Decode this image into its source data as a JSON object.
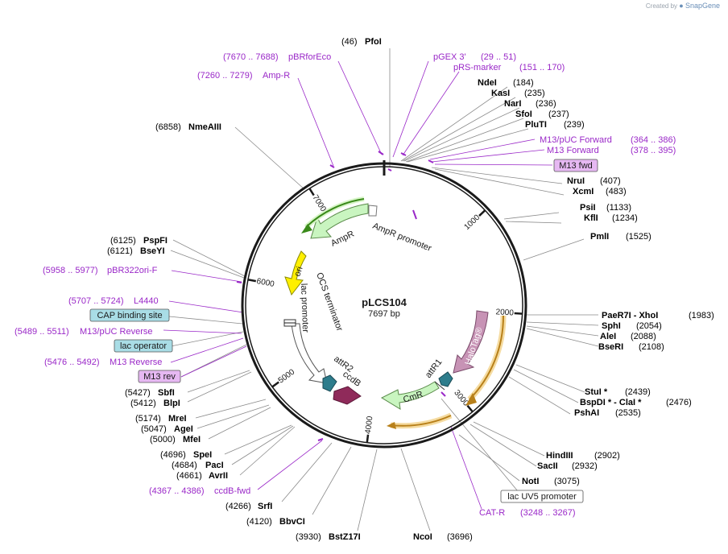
{
  "brand": {
    "created_by": "Created by",
    "app": "SnapGene"
  },
  "plasmid": {
    "name": "pLCS104",
    "length_label": "7697 bp",
    "length": 7697
  },
  "colors": {
    "backbone": "#1a1a1a",
    "enzyme_text": "#000000",
    "primer_text": "#9a28c8",
    "callout_line": "#808080",
    "ampr": "#c9f5c0",
    "ampr_promoter": "#ffffff",
    "ori": "#ffef00",
    "halotag": "#c793b5",
    "cmr": "#c9f5c0",
    "ccdb": "#8f2a5a",
    "att": "#2e7d8c",
    "lac_promoter": "#ffffff",
    "primer_arrow_green": "#3a8a1a",
    "primer_arrow_orange": "#b8801a"
  },
  "ticks": [
    "1000",
    "2000",
    "3000",
    "4000",
    "5000",
    "6000",
    "7000"
  ],
  "enzymes": [
    {
      "pos": "(46)",
      "name": "PfoI"
    },
    {
      "pos": "(184)",
      "name": "NdeI"
    },
    {
      "pos": "(235)",
      "name": "KasI"
    },
    {
      "pos": "(236)",
      "name": "NarI"
    },
    {
      "pos": "(237)",
      "name": "SfoI"
    },
    {
      "pos": "(239)",
      "name": "PluTI"
    },
    {
      "pos": "(407)",
      "name": "NruI"
    },
    {
      "pos": "(483)",
      "name": "XcmI"
    },
    {
      "pos": "(1133)",
      "name": "PsiI"
    },
    {
      "pos": "(1234)",
      "name": "KflI"
    },
    {
      "pos": "(1525)",
      "name": "PmlI"
    },
    {
      "pos": "(1983)",
      "name": "PaeR7I - XhoI"
    },
    {
      "pos": "(2054)",
      "name": "SphI"
    },
    {
      "pos": "(2088)",
      "name": "AleI"
    },
    {
      "pos": "(2108)",
      "name": "BseRI"
    },
    {
      "pos": "(2439)",
      "name": "StuI *"
    },
    {
      "pos": "(2476)",
      "name": "BspDI * - ClaI *"
    },
    {
      "pos": "(2535)",
      "name": "PshAI"
    },
    {
      "pos": "(2902)",
      "name": "HindIII"
    },
    {
      "pos": "(2932)",
      "name": "SacII"
    },
    {
      "pos": "(3075)",
      "name": "NotI"
    },
    {
      "pos": "(3696)",
      "name": "NcoI"
    },
    {
      "pos": "(3930)",
      "name": "BstZ17I"
    },
    {
      "pos": "(4120)",
      "name": "BbvCI"
    },
    {
      "pos": "(4266)",
      "name": "SrfI"
    },
    {
      "pos": "(4661)",
      "name": "AvrII"
    },
    {
      "pos": "(4684)",
      "name": "PacI"
    },
    {
      "pos": "(4696)",
      "name": "SpeI"
    },
    {
      "pos": "(5000)",
      "name": "MfeI"
    },
    {
      "pos": "(5047)",
      "name": "AgeI"
    },
    {
      "pos": "(5174)",
      "name": "MreI"
    },
    {
      "pos": "(5412)",
      "name": "BlpI"
    },
    {
      "pos": "(5427)",
      "name": "SbfI"
    },
    {
      "pos": "(6121)",
      "name": "BseYI"
    },
    {
      "pos": "(6125)",
      "name": "PspFI"
    },
    {
      "pos": "(6858)",
      "name": "NmeAIII"
    }
  ],
  "primers": [
    {
      "name": "pGEX 3'",
      "range": "(29 .. 51)"
    },
    {
      "name": "pRS-marker",
      "range": "(151 .. 170)"
    },
    {
      "name": "M13/pUC Forward",
      "range": "(364 .. 386)"
    },
    {
      "name": "M13 Forward",
      "range": "(378 .. 395)"
    },
    {
      "name": "CAT-R",
      "range": "(3248 .. 3267)"
    },
    {
      "name": "ccdB-fwd",
      "range": "(4367 .. 4386)"
    },
    {
      "name": "M13 Reverse",
      "range": "(5476 .. 5492)"
    },
    {
      "name": "M13/pUC Reverse",
      "range": "(5489 .. 5511)"
    },
    {
      "name": "L4440",
      "range": "(5707 .. 5724)"
    },
    {
      "name": "pBR322ori-F",
      "range": "(5958 .. 5977)"
    },
    {
      "name": "Amp-R",
      "range": "(7260 .. 7279)"
    },
    {
      "name": "pBRforEco",
      "range": "(7670 .. 7688)"
    }
  ],
  "boxed_features": [
    "M13 fwd",
    "lac UV5 promoter",
    "CAP binding site",
    "lac operator",
    "M13 rev"
  ],
  "features": [
    "AmpR promoter",
    "AmpR",
    "ori",
    "OCS terminator",
    "lac promoter",
    "attR2",
    "ccdB",
    "attR1",
    "HaloTag®",
    "CmR"
  ]
}
